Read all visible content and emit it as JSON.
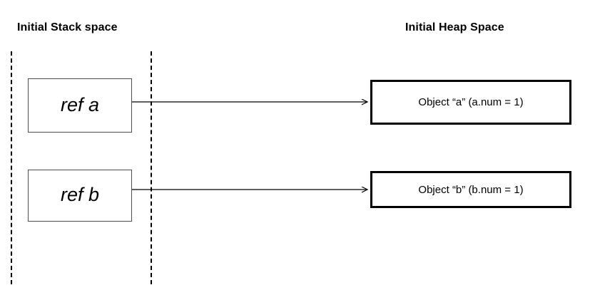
{
  "diagram": {
    "title_stack": "Initial Stack space",
    "title_heap": "Initial Heap Space",
    "stack_slots": [
      {
        "label": "ref a"
      },
      {
        "label": "ref b"
      }
    ],
    "heap_objects": [
      {
        "label": "Object “a” (a.num = 1)"
      },
      {
        "label": "Object “b” (b.num = 1)"
      }
    ],
    "references": [
      {
        "from": "ref a",
        "to": "Object “a” (a.num = 1)"
      },
      {
        "from": "ref b",
        "to": "Object “b” (b.num = 1)"
      }
    ],
    "colors": {
      "background": "#ffffff",
      "text": "#000000",
      "stack_box_border": "#4d4d4d",
      "heap_box_border": "#000000",
      "boundary_line": "#000000",
      "arrow": "#000000"
    }
  }
}
